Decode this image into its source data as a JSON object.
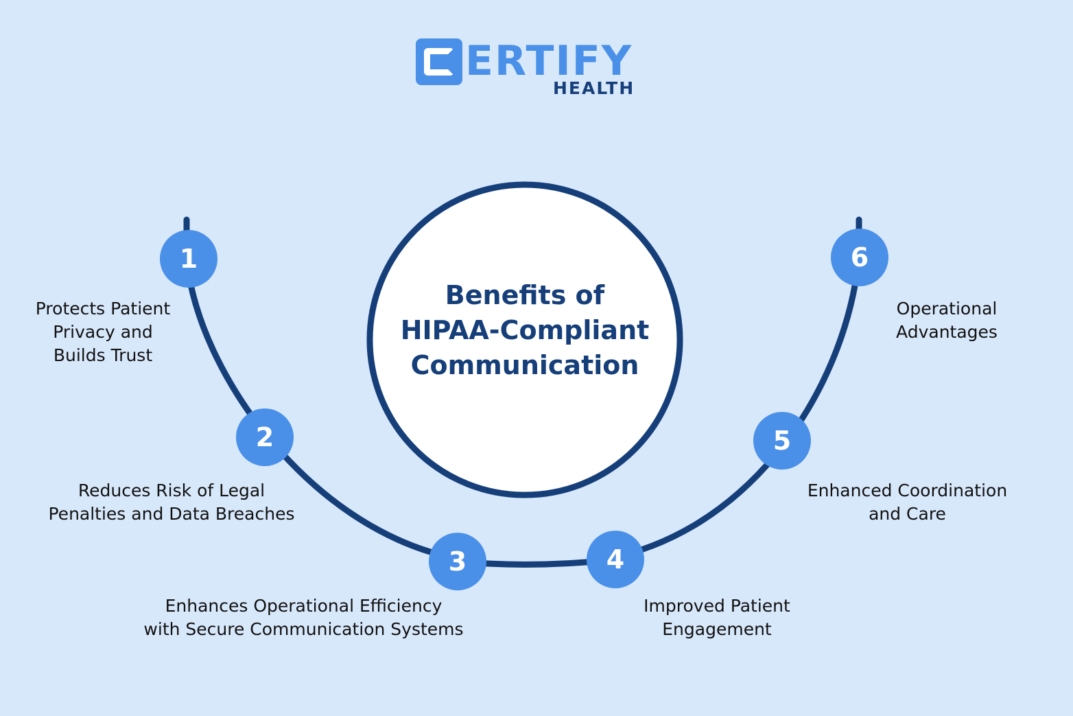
{
  "logo": {
    "brand": "ERTIFY",
    "brand_full": "CERTIFY",
    "sub": "HEALTH",
    "brand_color": "#4a90e8",
    "sub_color": "#163f7a"
  },
  "center": {
    "title": "Benefits of HIPAA-Compliant Communication",
    "lines": [
      "Benefits of",
      "HIPAA-Compliant",
      "Communication"
    ]
  },
  "colors": {
    "background": "#d8e8fb",
    "node_fill": "#4a90e8",
    "line": "#163f7a",
    "center_fill": "#ffffff",
    "text": "#111111"
  },
  "benefits": [
    {
      "number": "1",
      "lines": [
        "Protects Patient",
        "Privacy and",
        "Builds Trust"
      ]
    },
    {
      "number": "2",
      "lines": [
        "Reduces Risk of Legal",
        "Penalties and Data Breaches"
      ]
    },
    {
      "number": "3",
      "lines": [
        "Enhances Operational Efficiency",
        "with Secure Communication Systems"
      ]
    },
    {
      "number": "4",
      "lines": [
        "Improved Patient",
        "Engagement"
      ]
    },
    {
      "number": "5",
      "lines": [
        "Enhanced Coordination",
        "and Care"
      ]
    },
    {
      "number": "6",
      "lines": [
        "Operational",
        "Advantages"
      ]
    }
  ]
}
